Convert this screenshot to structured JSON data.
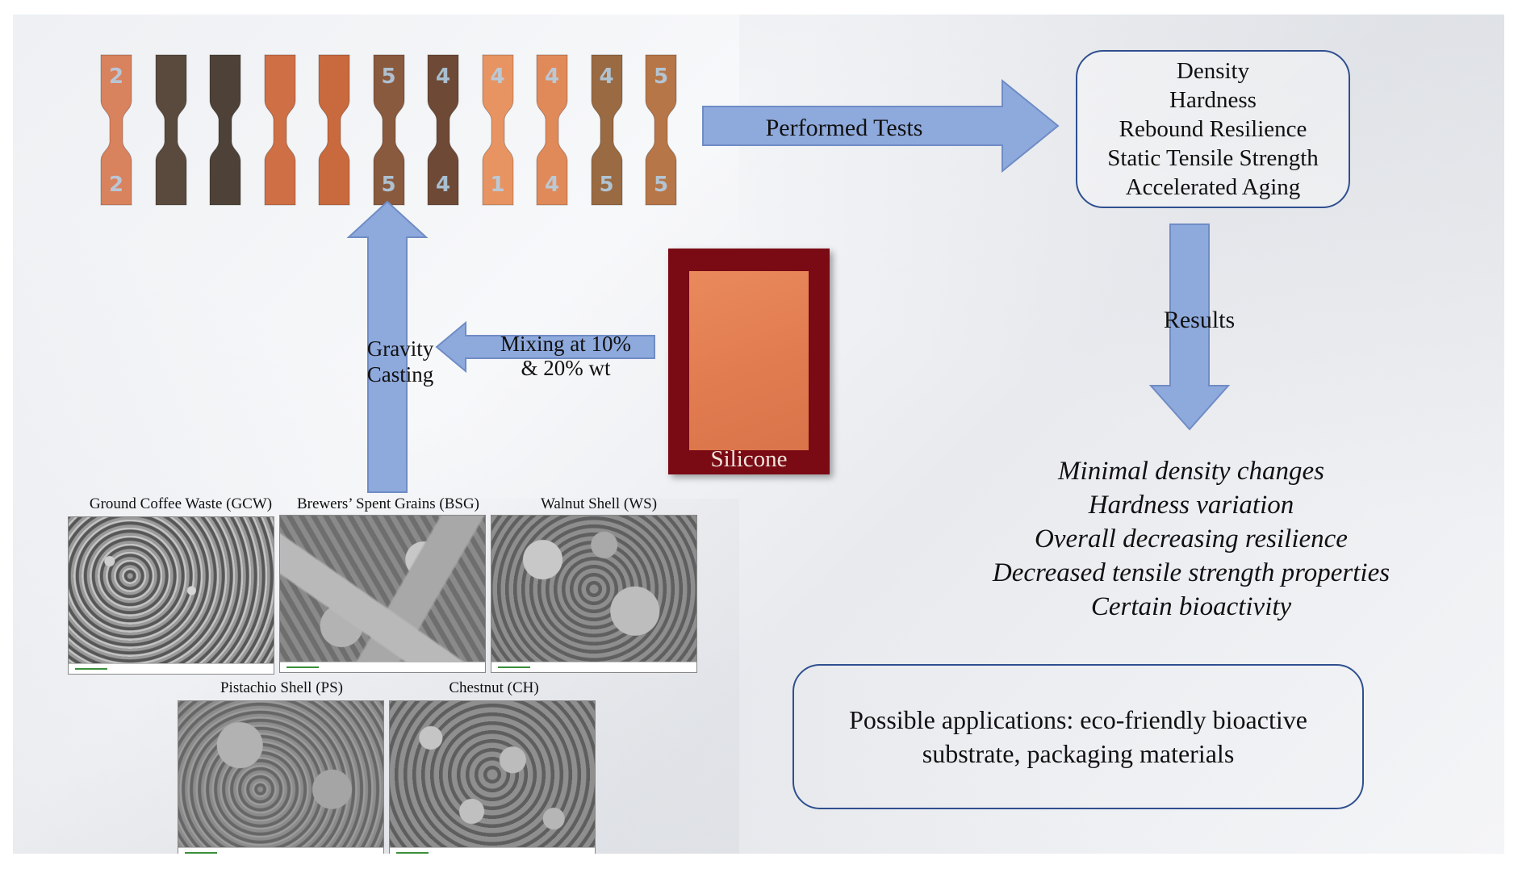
{
  "arrows": {
    "performed_tests": "Performed Tests",
    "results": "Results",
    "gravity_casting_line1": "Gravity",
    "gravity_casting_line2": "Casting",
    "mixing_line1": "Mixing at 10%",
    "mixing_line2": "& 20% wt"
  },
  "tests": [
    "Density",
    "Hardness",
    "Rebound Resilience",
    "Static Tensile Strength",
    "Accelerated Aging"
  ],
  "silicone_label": "Silicone",
  "results": [
    "Minimal density changes",
    "Hardness variation",
    "Overall decreasing resilience",
    "Decreased tensile strength properties",
    "Certain bioactivity"
  ],
  "applications": "Possible applications: eco-friendly bioactive substrate, packaging materials",
  "fillers": [
    {
      "name": "Ground Coffee Waste (GCW)"
    },
    {
      "name": "Brewers’ Spent Grains (BSG)"
    },
    {
      "name": "Walnut Shell (WS)"
    },
    {
      "name": "Pistachio Shell (PS)"
    },
    {
      "name": "Chestnut (CH)"
    }
  ],
  "samples": [
    {
      "color": "#d9825e",
      "top": "2",
      "bottom": "2"
    },
    {
      "color": "#5a4a3e",
      "top": "",
      "bottom": ""
    },
    {
      "color": "#4e4238",
      "top": "",
      "bottom": ""
    },
    {
      "color": "#cf6f45",
      "top": "",
      "bottom": ""
    },
    {
      "color": "#c86a3e",
      "top": "",
      "bottom": ""
    },
    {
      "color": "#8a5a3e",
      "top": "5",
      "bottom": "5"
    },
    {
      "color": "#6e4a36",
      "top": "4",
      "bottom": "4"
    },
    {
      "color": "#e79462",
      "top": "4",
      "bottom": "1"
    },
    {
      "color": "#e08a5a",
      "top": "4",
      "bottom": "4"
    },
    {
      "color": "#9a6a42",
      "top": "4",
      "bottom": "5"
    },
    {
      "color": "#b77648",
      "top": "5",
      "bottom": "5"
    }
  ],
  "colors": {
    "arrow_fill": "#8ea9dc",
    "arrow_stroke": "#6f8cc5",
    "box_border": "#2f4f8f",
    "silicone_frame": "#7a0a14",
    "silicone_sample": "#e07a4f"
  }
}
